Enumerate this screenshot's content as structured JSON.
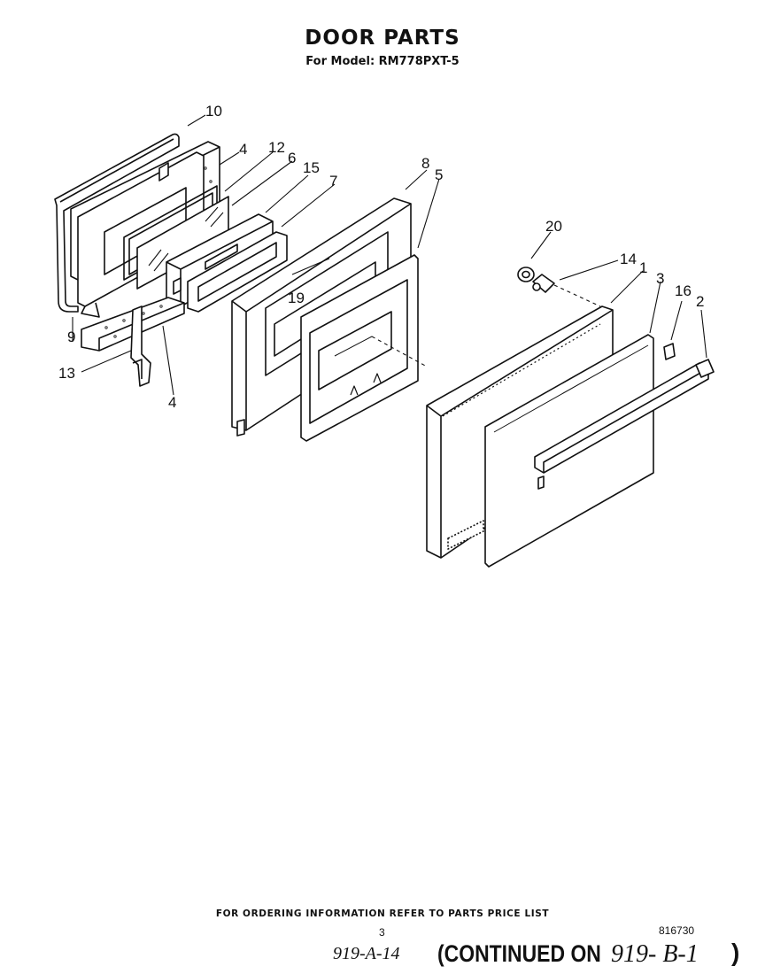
{
  "header": {
    "title": "DOOR PARTS",
    "subtitle": "For Model: RM778PXT-5"
  },
  "callouts": {
    "c1": "1",
    "c2": "2",
    "c3": "3",
    "c4a": "4",
    "c4b": "4",
    "c5": "5",
    "c6": "6",
    "c7": "7",
    "c8": "8",
    "c9": "9",
    "c10": "10",
    "c12": "12",
    "c13": "13",
    "c14": "14",
    "c15": "15",
    "c16": "16",
    "c19": "19",
    "c20": "20"
  },
  "footer": {
    "ordering_note": "FOR ORDERING INFORMATION REFER TO PARTS PRICE LIST",
    "page_number": "3",
    "document_number": "816730",
    "handwritten_ref": "919-A-14",
    "continued_label": "(CONTINUED ON",
    "continued_ref": "919- B-1",
    "continued_close": ")"
  }
}
